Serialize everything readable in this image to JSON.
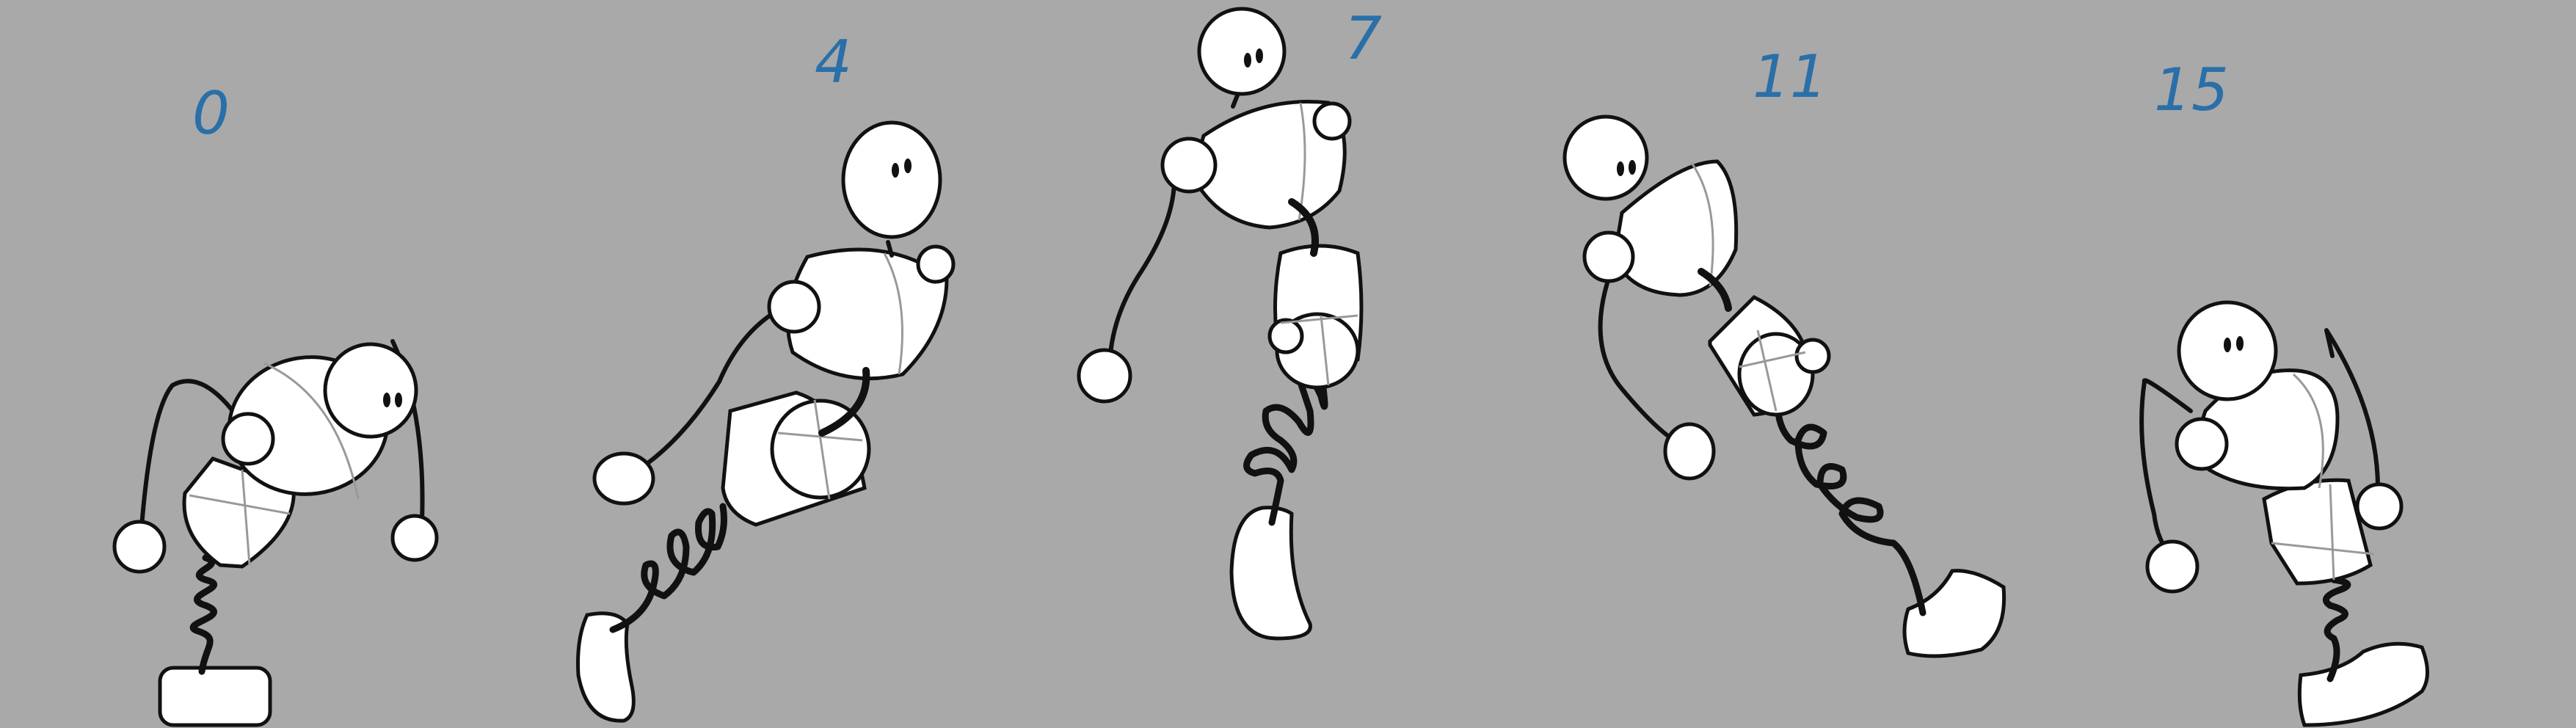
{
  "sheet": {
    "background": "#a9a9a9",
    "label_color": "#2a6fa8",
    "frames": [
      {
        "number": "0"
      },
      {
        "number": "4"
      },
      {
        "number": "7"
      },
      {
        "number": "11"
      },
      {
        "number": "15"
      }
    ]
  }
}
